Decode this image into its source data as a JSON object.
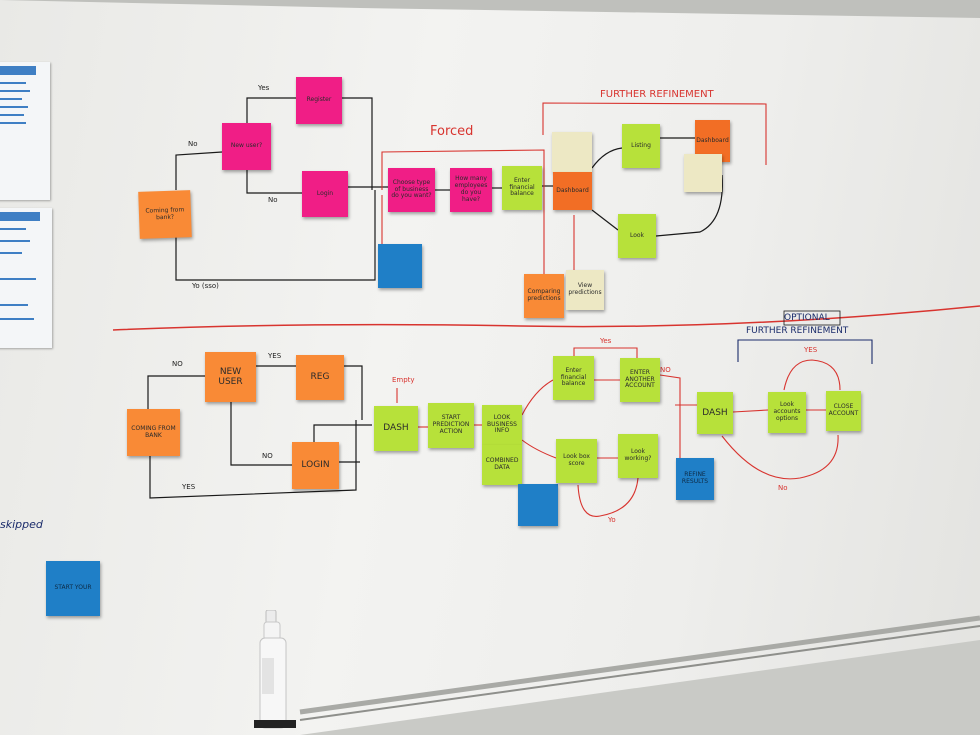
{
  "colors": {
    "pink": "#f01e86",
    "orange": "#f98a36",
    "green": "#b7e13a",
    "blue": "#1f7fc7",
    "pale": "#ede8c4",
    "red_marker": "#d8342f",
    "black_marker": "#1a1a1a"
  },
  "top_flow": {
    "title_forced": "Forced",
    "title_refinement": "FURTHER REFINEMENT",
    "edge_labels": {
      "yes": "Yes",
      "no": "No",
      "no2": "No",
      "yo": "Yo (sso)"
    },
    "notes": {
      "coming": "Coming from bank?",
      "new_user": "New user?",
      "register": "Register",
      "login": "Login",
      "step1": "Choose type of business do you want?",
      "step2": "How many employees do you have?",
      "step3": "Enter financial balance",
      "dashboard": "Dashboard",
      "blue1": "",
      "orange_bottom": "Comparing predictions",
      "pale_bottom": "View predictions",
      "listing": "Listing",
      "dashboard2": "Dashboard",
      "look": "Look",
      "pale_top": "",
      "pale_right": ""
    }
  },
  "bottom_flow": {
    "title_refinement": "FURTHER REFINEMENT",
    "title_optional": "OPTIONAL",
    "edge_labels": {
      "no": "NO",
      "yes": "YES",
      "no2": "NO",
      "yes2": "YES",
      "empty": "Empty",
      "yes3": "Yes",
      "no3": "NO",
      "yes4": "YES",
      "yo": "Yo",
      "no4": "No"
    },
    "notes": {
      "coming": "COMING FROM BANK",
      "new_user": "NEW USER",
      "reg": "REG",
      "login": "LOGIN",
      "dash": "DASH",
      "start": "START PREDICTION ACTION",
      "look": "LOOK BUSINESS INFO",
      "combined": "COMBINED DATA",
      "enter_balance": "Enter financial balance",
      "enter_another": "ENTER ANOTHER ACCOUNT",
      "look_box": "Look box score",
      "look_working": "Look working?",
      "blue_refine": "REFINE RESULTS",
      "blue_bottom": "",
      "dash2": "DASH",
      "look_accounts": "Look accounts options",
      "close": "CLOSE ACCOUNT"
    }
  },
  "left_margin": {
    "skipped": "skipped",
    "start_note": "START YOUR"
  }
}
